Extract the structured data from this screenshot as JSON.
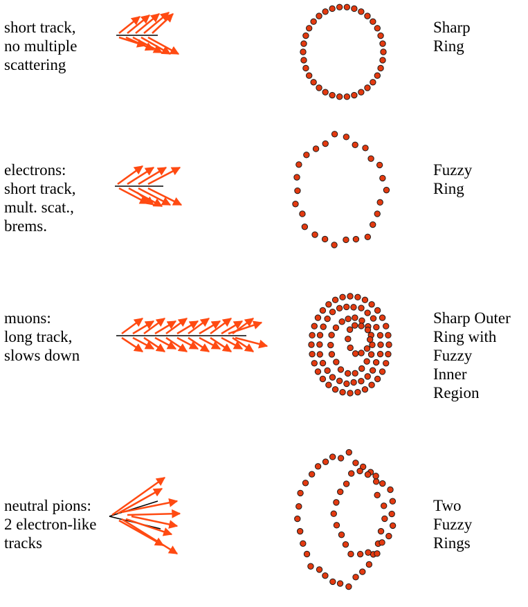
{
  "rows": [
    {
      "description": [
        "short track,",
        "no multiple",
        "scattering"
      ],
      "ring_label": [
        "Sharp",
        "Ring"
      ]
    },
    {
      "description": [
        "electrons:",
        "short track,",
        "mult. scat.,",
        "brems."
      ],
      "ring_label": [
        "Fuzzy",
        "Ring"
      ]
    },
    {
      "description": [
        "muons:",
        "long track,",
        "slows down"
      ],
      "ring_label": [
        "Sharp Outer",
        "Ring with",
        "Fuzzy",
        "Inner",
        "Region"
      ]
    },
    {
      "description": [
        "neutral pions:",
        "2 electron-like",
        "tracks"
      ],
      "ring_label": [
        "Two",
        "Fuzzy",
        "Rings"
      ]
    }
  ],
  "colors": {
    "arrow": "#ff4a12",
    "dot_fill": "#e33a10",
    "dot_stroke": "#1a1a1a",
    "track": "#000000"
  }
}
